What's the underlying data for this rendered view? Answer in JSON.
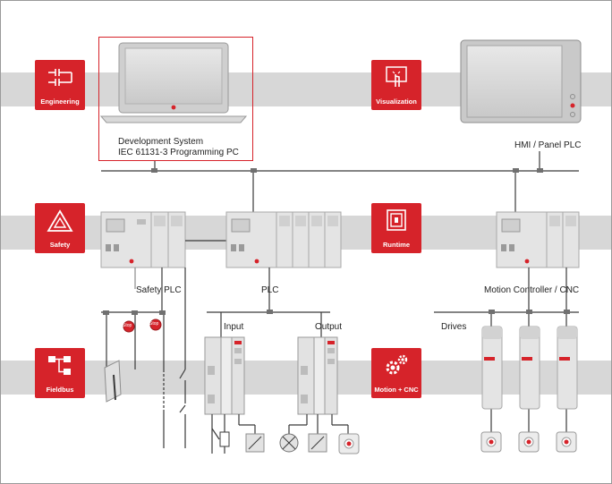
{
  "categories": [
    {
      "key": "engineering",
      "label": "Engineering",
      "icon": "engineering-icon"
    },
    {
      "key": "visualization",
      "label": "Visualization",
      "icon": "touch-screen-icon"
    },
    {
      "key": "safety",
      "label": "Safety",
      "icon": "warning-triangle-icon"
    },
    {
      "key": "runtime",
      "label": "Runtime",
      "icon": "runtime-icon"
    },
    {
      "key": "fieldbus",
      "label": "Fieldbus",
      "icon": "network-icon"
    },
    {
      "key": "motion",
      "label": "Motion + CNC",
      "icon": "gears-icon"
    }
  ],
  "labels": {
    "dev_line1": "Development System",
    "dev_line2": "IEC 61131-3 Programming PC",
    "hmi": "HMI / Panel PLC",
    "safety_plc": "Safety PLC",
    "plc": "PLC",
    "motion_controller": "Motion Controller / CNC",
    "input": "Input",
    "output": "Output",
    "drives": "Drives"
  },
  "stop_label": "Stop",
  "colors": {
    "accent": "#d6232a",
    "band": "#d7d7d7",
    "line": "#3a3a3a",
    "device": "#e4e4e4"
  }
}
